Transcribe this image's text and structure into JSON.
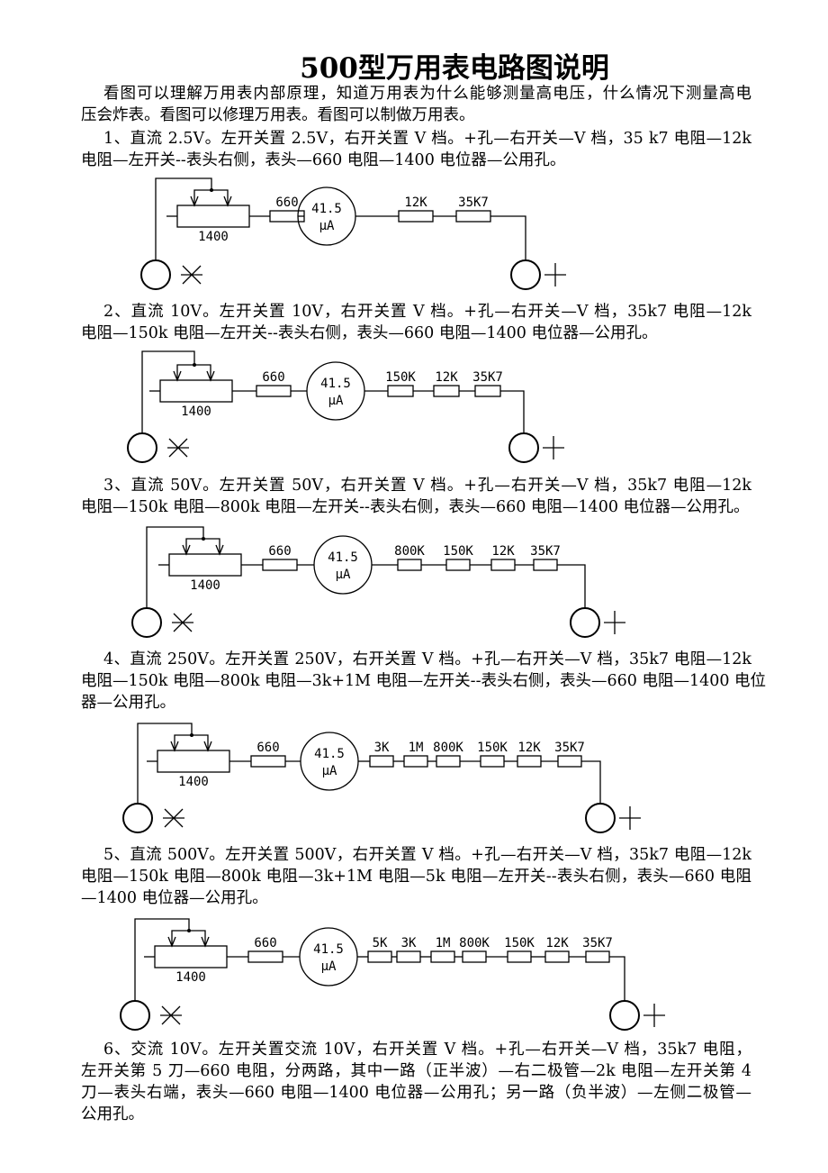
{
  "title": "500型万用表电路图说明",
  "paragraphs": [
    {
      "lines": [
        "看图可以理解万用表内部原理，知道万用表为什么能够测量高电压，什么情况下测量高电",
        "压会炸表。看图可以修理万用表。看图可以制做万用表。"
      ]
    },
    {
      "lines": [
        "1、直流 2.5V。左开关置 2.5V，右开关置 V 档。+孔—右开关—V 档，35 k7 电阻—12k",
        "电阻—左开关--表头右侧，表头—660 电阻—1400 电位器—公用孔。"
      ]
    },
    {
      "lines": [
        "2、直流 10V。左开关置 10V，右开关置 V 档。+孔—右开关—V 档，35k7 电阻—12k",
        "电阻—150k 电阻—左开关--表头右侧，表头—660 电阻—1400 电位器—公用孔。"
      ]
    },
    {
      "lines": [
        "3、直流 50V。左开关置 50V，右开关置 V 档。+孔—右开关—V 档，35k7 电阻—12k",
        "电阻—150k 电阻—800k 电阻—左开关--表头右侧，表头—660 电阻—1400 电位器—公用孔。"
      ]
    },
    {
      "lines": [
        "4、直流 250V。左开关置 250V，右开关置 V 档。+孔—右开关—V 档，35k7 电阻—12k",
        "电阻—150k 电阻—800k 电阻—3k+1M 电阻—左开关--表头右侧，表头—660 电阻—1400 电位",
        "器—公用孔。"
      ]
    },
    {
      "lines": [
        "5、直流 500V。左开关置 500V，右开关置 V 档。+孔—右开关—V 档，35k7 电阻—12k",
        "电阻—150k 电阻—800k 电阻—3k+1M 电阻—5k 电阻—左开关--表头右侧，表头—660 电阻",
        "—1400 电位器—公用孔。"
      ]
    },
    {
      "lines": [
        "6、交流 10V。左开关置交流 10V，右开关置 V 档。+孔—右开关—V 档，35k7 电阻，",
        "左开关第 5 刀—660 电阻，分两路，其中一路（正半波）—右二极管—2k 电阻—左开关第 4",
        "刀—表头右端，表头—660 电阻—1400 电位器—公用孔；另一路（负半波）—左侧二极管—",
        "公用孔。"
      ]
    }
  ],
  "circuits": [
    {
      "pot": "1400",
      "r660": "660",
      "meter_value": "41.5",
      "meter_unit": "μA",
      "resistors": [
        "12K",
        "35K7"
      ]
    },
    {
      "pot": "1400",
      "r660": "660",
      "meter_value": "41.5",
      "meter_unit": "μA",
      "resistors": [
        "150K",
        "12K",
        "35K7"
      ]
    },
    {
      "pot": "1400",
      "r660": "660",
      "meter_value": "41.5",
      "meter_unit": "μA",
      "resistors": [
        "800K",
        "150K",
        "12K",
        "35K7"
      ]
    },
    {
      "pot": "1400",
      "r660": "660",
      "meter_value": "41.5",
      "meter_unit": "μA",
      "resistors": [
        "3K",
        "1M",
        "800K",
        "150K",
        "12K",
        "35K7"
      ]
    },
    {
      "pot": "1400",
      "r660": "660",
      "meter_value": "41.5",
      "meter_unit": "μA",
      "resistors": [
        "5K",
        "3K",
        "1M",
        "800K",
        "150K",
        "12K",
        "35K7"
      ]
    }
  ]
}
